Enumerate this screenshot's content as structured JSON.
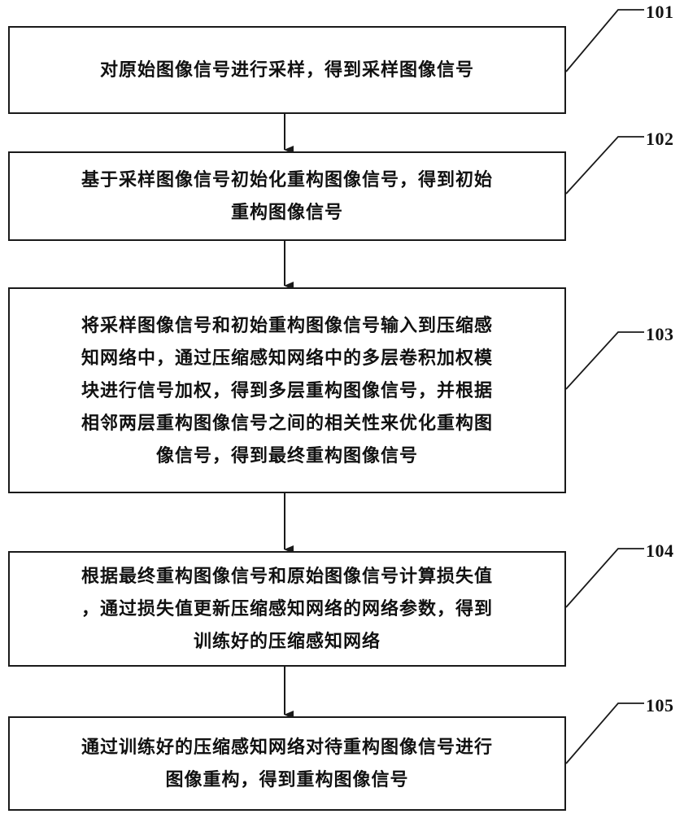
{
  "flowchart": {
    "steps": [
      {
        "id": "101",
        "lines": [
          "对原始图像信号进行采样，得到采样图像信号"
        ]
      },
      {
        "id": "102",
        "lines": [
          "基于采样图像信号初始化重构图像信号，得到初始",
          "重构图像信号"
        ]
      },
      {
        "id": "103",
        "lines": [
          "将采样图像信号和初始重构图像信号输入到压缩感",
          "知网络中，通过压缩感知网络中的多层卷积加权模",
          "块进行信号加权，得到多层重构图像信号，并根据",
          "相邻两层重构图像信号之间的相关性来优化重构图",
          "像信号，得到最终重构图像信号"
        ]
      },
      {
        "id": "104",
        "lines": [
          "根据最终重构图像信号和原始图像信号计算损失值",
          "，通过损失值更新压缩感知网络的网络参数，得到",
          "训练好的压缩感知网络"
        ]
      },
      {
        "id": "105",
        "lines": [
          "通过训练好的压缩感知网络对待重构图像信号进行",
          "图像重构，得到重构图像信号"
        ]
      }
    ]
  }
}
